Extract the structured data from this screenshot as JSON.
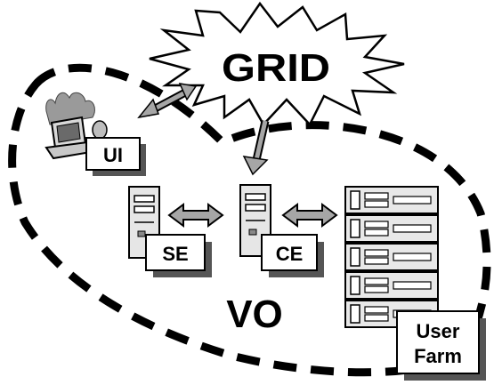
{
  "diagram": {
    "cloud_label": "GRID",
    "scope_label": "VO",
    "nodes": {
      "ui": "UI",
      "se": "SE",
      "ce": "CE",
      "farm_line1": "User",
      "farm_line2": "Farm"
    },
    "icons": {
      "workstation": "workstation-icon",
      "storage_element": "tower-server-icon",
      "compute_element": "tower-server-icon",
      "farm": "rack-server-icon"
    },
    "colors": {
      "ink": "#000000",
      "shadow": "#555555",
      "arrow_fill": "#a6a6a6",
      "device_fill": "#e8e8e8",
      "background": "#ffffff"
    }
  }
}
